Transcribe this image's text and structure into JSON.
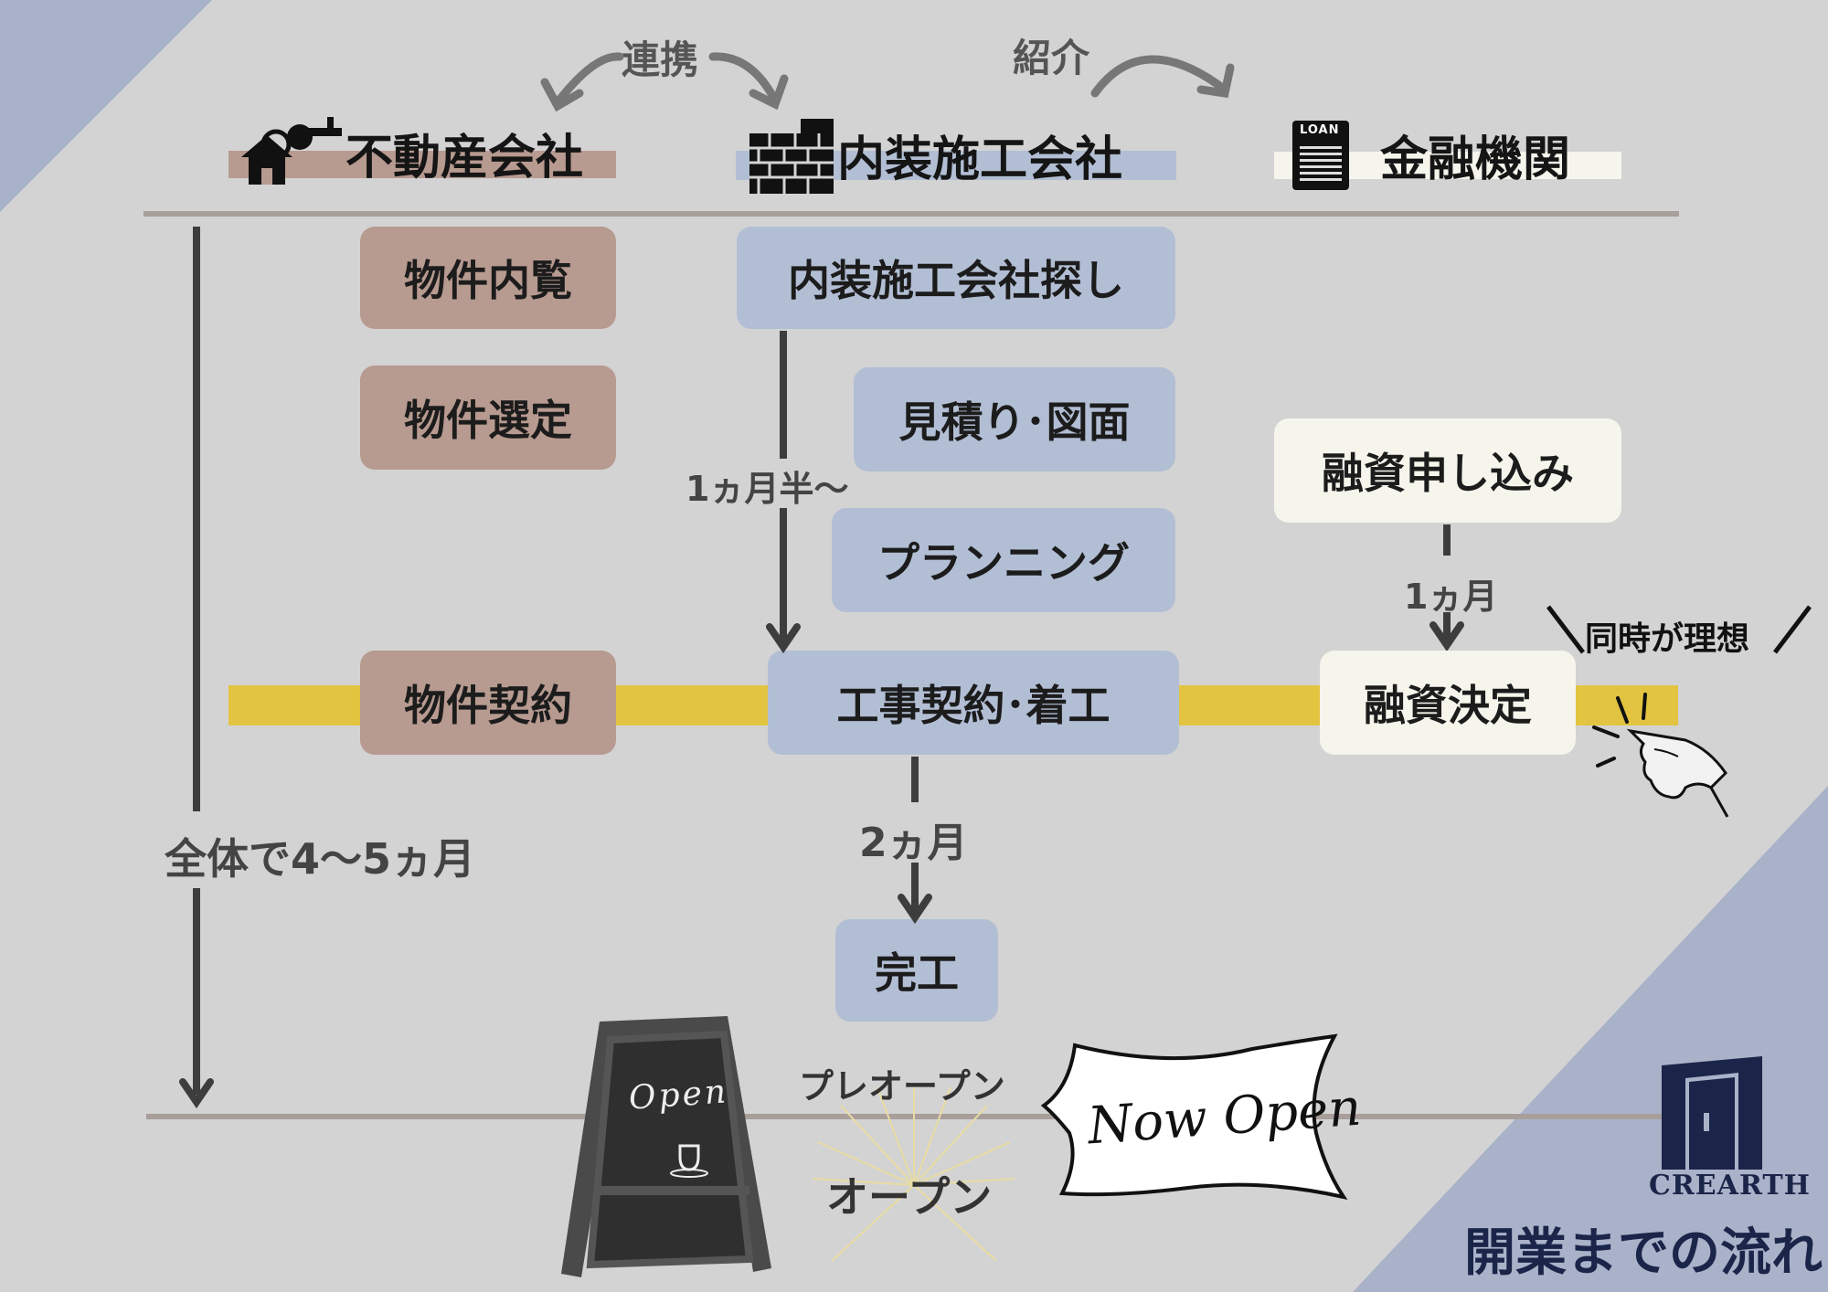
{
  "header": {
    "link_left": "連携",
    "link_right": "紹介",
    "col1": "不動産会社",
    "col2": "内装施工会社",
    "col3": "金融機関",
    "loan_tag": "LOAN"
  },
  "steps": {
    "view": "物件内覧",
    "select": "物件選定",
    "contract": "物件契約",
    "search": "内装施工会社探し",
    "estimate": "見積り･図面",
    "planning": "プランニング",
    "construction": "工事契約･着工",
    "complete": "完工",
    "loan_apply": "融資申し込み",
    "loan_decide": "融資決定"
  },
  "durations": {
    "interior": "1ヵ月半～",
    "loan": "1ヵ月",
    "build": "2ヵ月",
    "total": "全体で4～5ヵ月"
  },
  "callout": "同時が理想",
  "opening": {
    "pre": "プレオープン",
    "open": "オープン",
    "board_text": "Open",
    "flag_text": "Now Open"
  },
  "brand": {
    "logo_text": "CREARTH",
    "title": "開業までの流れ"
  },
  "colors": {
    "background": "#d3d3d3",
    "real_estate": "#b79a90",
    "interior": "#b2bed4",
    "finance": "#f5f5ec",
    "highlight_band": "#e2c441",
    "corner_accent": "#a9b2c9",
    "brand_navy": "#1b2549"
  }
}
